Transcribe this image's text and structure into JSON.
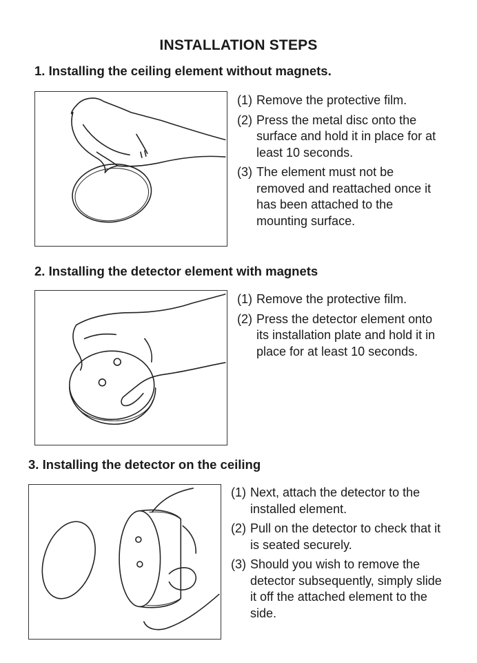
{
  "title": "INSTALLATION STEPS",
  "sections": [
    {
      "heading": "1. Installing the ceiling element without magnets.",
      "steps": [
        {
          "num": "(1)",
          "text": "Remove the protective film."
        },
        {
          "num": "(2)",
          "text": "Press the metal disc onto the surface and hold it in place for at least 10 seconds."
        },
        {
          "num": "(3)",
          "text": "The element must not be removed and reattached once it has been attached to the mounting surface."
        }
      ]
    },
    {
      "heading": "2. Installing the detector element with magnets",
      "steps": [
        {
          "num": "(1)",
          "text": "Remove the protective film."
        },
        {
          "num": "(2)",
          "text": "Press the detector element onto its installation plate and hold it in place for at least 10 seconds."
        }
      ]
    },
    {
      "heading": "3. Installing the detector on the ceiling",
      "steps": [
        {
          "num": "(1)",
          "text": "Next, attach the detector to the installed element."
        },
        {
          "num": "(2)",
          "text": "Pull on the detector to check that it is seated securely."
        },
        {
          "num": "(3)",
          "text": "Should you wish to remove the detector subsequently, simply slide it off the attached element to the side."
        }
      ]
    }
  ]
}
